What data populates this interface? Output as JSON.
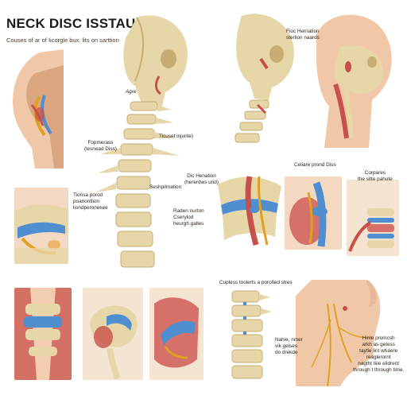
{
  "header": {
    "title": "NECK DISC ISSTAUES",
    "subtitle": "Couses of ar of Iicorgle bux. lits on sarttion"
  },
  "labels": {
    "agre": "Agre",
    "ticuset": "Ticuset injurite)",
    "fopmerass": "Fopmerass\n(lesnead Diss)",
    "seshpilmation": "Seshpilmation",
    "tionsa_porod": "Tionsa porod\npoanontlion\nliondperonekee",
    "fioc_hernation": "Fioc Hernation\nsterlion naards",
    "dic_henation": "Dic Henation\n(hererdws und)",
    "raden_nurton": "Raden nurton\nCserylod\nheurgh galles",
    "celiare_prond": "Celiare prond Diss",
    "corpares": "Corpares\nthe sitte pahute",
    "cupless": "Cupless toolerts a porofied stres",
    "nahie": "Nahie, nmer\nvik gelses\ndo drekde",
    "hinie": "Hinie promcsh\narkh as getess\ntaytle lint whaere\nreaglerornt\nnagtht tiiie elidrent\nthrough t through time."
  },
  "colors": {
    "bone": "#e6d6a8",
    "bone_shade": "#c7ad74",
    "disc": "#4f8fd0",
    "muscle": "#c8504a",
    "skin": "#f0c8a8",
    "nerve": "#e0a020"
  }
}
